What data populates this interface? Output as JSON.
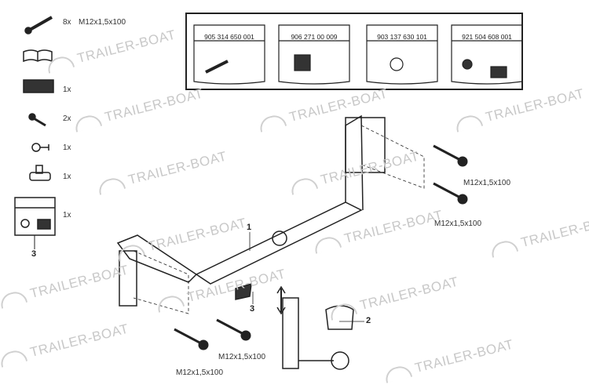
{
  "parts_list": [
    {
      "icon": "bolt-icon",
      "qty": "8x",
      "spec": "M12x1,5x100"
    },
    {
      "icon": "manual-book-icon",
      "qty": ""
    },
    {
      "icon": "label-sticker-icon",
      "qty": "1x"
    },
    {
      "icon": "key-icon",
      "qty": "2x"
    },
    {
      "icon": "lock-ring-icon",
      "qty": "1x"
    },
    {
      "icon": "socket-icon",
      "qty": "1x"
    },
    {
      "icon": "electrical-kit-icon",
      "qty": "1x",
      "callout": "3"
    }
  ],
  "kits": [
    "905 314 650 001",
    "906 271 00 009",
    "903 137 630 101",
    "921 504 608 001"
  ],
  "callouts": {
    "main_bar": "1",
    "ball": "2",
    "electrical": "3"
  },
  "bolt_labels": [
    "M12x1,5x100",
    "M12x1,5x100",
    "M12x1,5x100",
    "M12x1,5x100"
  ],
  "watermark": "TRAILER-BOAT"
}
